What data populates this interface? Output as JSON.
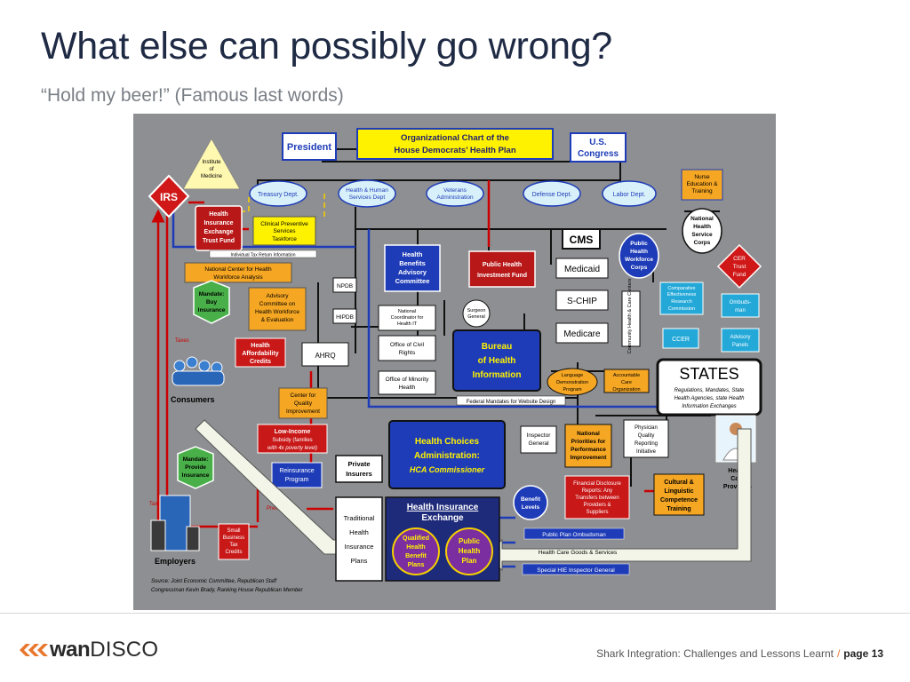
{
  "slide": {
    "title": "What else can possibly go wrong?",
    "subtitle": "“Hold my beer!” (Famous last words)"
  },
  "chart": {
    "header": [
      "Organizational Chart of the",
      "House Democrats’ Health Plan"
    ],
    "president": "President",
    "congress": [
      "U.S.",
      "Congress"
    ],
    "institute": [
      "Institute",
      "of",
      "Medicine"
    ],
    "irs": "IRS",
    "treasury": "Treasury Dept.",
    "hhs": [
      "Health & Human",
      "Services Dept"
    ],
    "veterans": [
      "Veterans",
      "Administration"
    ],
    "defense": "Defense Dept.",
    "labor": "Labor Dept.",
    "nurse": [
      "Nurse",
      "Education &",
      "Training"
    ],
    "hie_trust": [
      "Health",
      "Insurance",
      "Exchange",
      "Trust Fund"
    ],
    "clinical": [
      "Clinical Preventive",
      "Services",
      "Taskforce"
    ],
    "tax_info": "Individual Tax Return Information",
    "ncwa": [
      "National Center for Health",
      "Workforce Analysis"
    ],
    "benefits_committee": [
      "Health",
      "Benefits",
      "Advisory",
      "Committee"
    ],
    "ph_fund": [
      "Public Health",
      "Investment Fund"
    ],
    "cms": "CMS",
    "pub_corps": [
      "Public",
      "Health",
      "Workforce",
      "Corps"
    ],
    "nhsc": [
      "National",
      "Health",
      "Service",
      "Corps"
    ],
    "cer_fund": [
      "CER",
      "Trust",
      "Fund"
    ],
    "mandate_buy": [
      "Mandate:",
      "Buy",
      "Insurance"
    ],
    "advisory_wf": [
      "Advisory",
      "Committee on",
      "Health Workforce",
      "& Evaluation"
    ],
    "npdb": "NPDB",
    "hipdb": "HIPDB",
    "coordinator": [
      "National",
      "Coordinator for",
      "Health IT"
    ],
    "surgeon": [
      "Surgeon",
      "General"
    ],
    "medicaid": "Medicaid",
    "schip": "S-CHIP",
    "medicare": "Medicare",
    "chc": "Community Health & Care Centers",
    "cer_comm": [
      "Comparative",
      "Effectiveness",
      "Research",
      "Commission"
    ],
    "ombudsman": [
      "Ombuds-",
      "man"
    ],
    "ccer": "CCER",
    "advisory_panels": [
      "Advisory",
      "Panels"
    ],
    "taxes": "Taxes",
    "hac": [
      "Health",
      "Affordability",
      "Credits"
    ],
    "ahrq": "AHRQ",
    "civil_rights": [
      "Office of Civil",
      "Rights"
    ],
    "bureau": [
      "Bureau",
      "of Health",
      "Information"
    ],
    "lang_demo": [
      "Language",
      "Demonstration",
      "Program"
    ],
    "aco": [
      "Accountable",
      "Care",
      "Organization"
    ],
    "states": "STATES",
    "states_sub": [
      "Regulations, Mandates, State",
      "Health Agencies, state Health",
      "Information Exchanges"
    ],
    "consumers": "Consumers",
    "cqi": [
      "Center for",
      "Quality",
      "Improvement"
    ],
    "minority": [
      "Office of Minority",
      "Health"
    ],
    "fed_mandates": "Federal Mandates for Website Design",
    "low_income": [
      "Low-Income",
      "Subsidy (families",
      "with 4x poverty level)"
    ],
    "hca": [
      "Health Choices",
      "Administration:",
      "HCA Commissioner"
    ],
    "ig": [
      "Inspector",
      "General"
    ],
    "nppi": [
      "National",
      "Priorities for",
      "Performance",
      "Improvement"
    ],
    "pqri": [
      "Physician",
      "Quality",
      "Reporting",
      "Initiative"
    ],
    "mandate_provide": [
      "Mandate:",
      "Provide",
      "Insurance"
    ],
    "reinsurance": [
      "Reinsurance",
      "Program"
    ],
    "private_insurers": [
      "Private",
      "Insurers"
    ],
    "benefit_levels": [
      "Benefit",
      "Levels"
    ],
    "fin_disclosure": [
      "Financial Disclosure",
      "Reports: Any",
      "Transfers between",
      "Providers &",
      "Suppliers"
    ],
    "cultural": [
      "Cultural &",
      "Linguistic",
      "Competence",
      "Training"
    ],
    "providers": [
      "Health",
      "Care",
      "Providers"
    ],
    "taxes2": "Taxes",
    "premiums": "Premiums",
    "traditional": [
      "Traditional",
      "Health",
      "Insurance",
      "Plans"
    ],
    "hie": [
      "Health Insurance",
      "Exchange"
    ],
    "qhbp": [
      "Qualified",
      "Health",
      "Benefit",
      "Plans"
    ],
    "public_plan": [
      "Public",
      "Health",
      "Plan"
    ],
    "ombudsman_pp": "Public Plan Ombudsman",
    "goods": "Health Care Goods & Services",
    "special_ig": "Special HIE Inspector General",
    "small_biz": [
      "Small",
      "Business",
      "Tax",
      "Credits"
    ],
    "employers": "Employers",
    "source": [
      "Source: Joint Economic Committee, Republican Staff",
      "Congressman Kevin Brady, Ranking House Republican Member"
    ]
  },
  "footer": {
    "logo_bold": "wan",
    "logo_light": "DISCO",
    "caption": "Shark Integration: Challenges and Lessons Learnt",
    "separator": "/",
    "page": "page 13"
  }
}
